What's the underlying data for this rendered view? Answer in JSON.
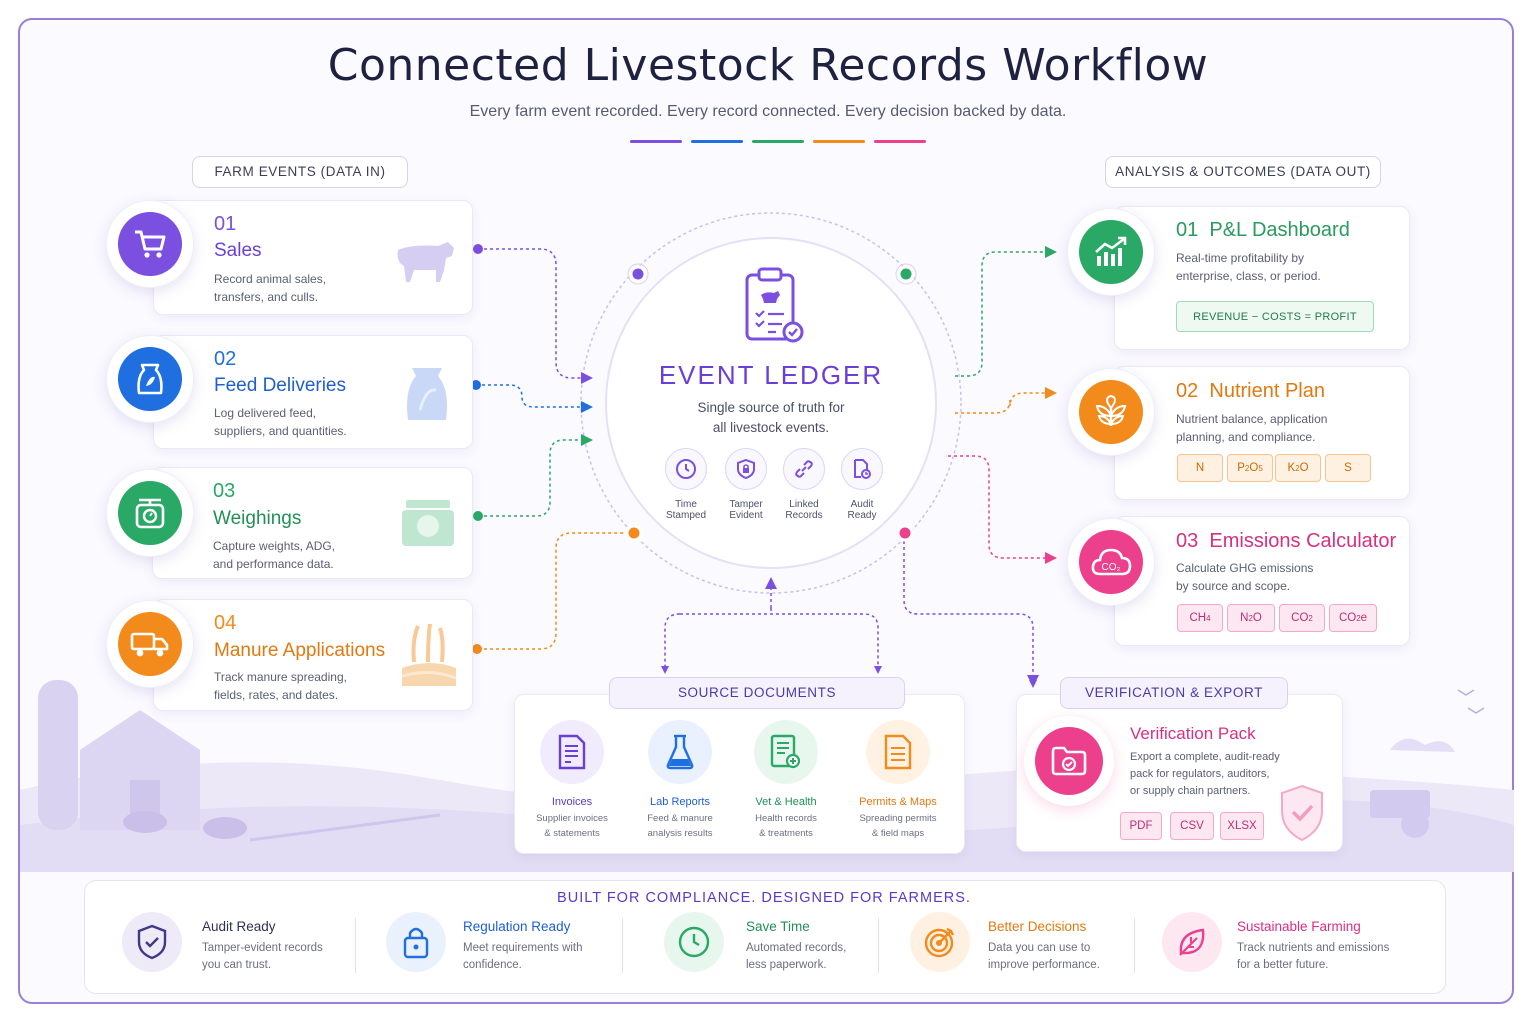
{
  "header": {
    "title": "Connected Livestock Records Workflow",
    "subtitle": "Every farm event recorded.  Every record connected.  Every decision backed by data."
  },
  "colors": {
    "purple": "#7b4fe0",
    "blue": "#1f6fe0",
    "green": "#2aa866",
    "orange": "#f28a1c",
    "pink": "#ec3f8c"
  },
  "inputs": {
    "label": "FARM EVENTS (DATA IN)",
    "items": [
      {
        "num": "01",
        "title": "Sales",
        "desc1": "Record animal sales,",
        "desc2": "transfers, and culls.",
        "icon": "cart-icon"
      },
      {
        "num": "02",
        "title": "Feed Deliveries",
        "desc1": "Log delivered feed,",
        "desc2": "suppliers, and quantities.",
        "icon": "feed-bag-icon"
      },
      {
        "num": "03",
        "title": "Weighings",
        "desc1": "Capture weights, ADG,",
        "desc2": "and performance data.",
        "icon": "scale-icon"
      },
      {
        "num": "04",
        "title": "Manure Applications",
        "desc1": "Track manure spreading,",
        "desc2": "fields, rates, and dates.",
        "icon": "truck-icon"
      }
    ]
  },
  "ledger": {
    "title": "EVENT LEDGER",
    "desc1": "Single source of truth for",
    "desc2": "all livestock events.",
    "features": [
      {
        "l1": "Time",
        "l2": "Stamped",
        "icon": "clock-icon"
      },
      {
        "l1": "Tamper",
        "l2": "Evident",
        "icon": "shield-lock-icon"
      },
      {
        "l1": "Linked",
        "l2": "Records",
        "icon": "link-icon"
      },
      {
        "l1": "Audit",
        "l2": "Ready",
        "icon": "audit-file-icon"
      }
    ]
  },
  "outputs": {
    "label": "ANALYSIS & OUTCOMES  (DATA OUT)",
    "items": [
      {
        "num": "01",
        "title": "P&L Dashboard",
        "desc1": "Real-time profitability by",
        "desc2": "enterprise, class, or period.",
        "formula": "REVENUE  −  COSTS  =  PROFIT",
        "icon": "chart-up-icon"
      },
      {
        "num": "02",
        "title": "Nutrient Plan",
        "desc1": "Nutrient balance, application",
        "desc2": "planning, and compliance.",
        "icon": "leaf-icon"
      },
      {
        "num": "03",
        "title": "Emissions Calculator",
        "desc1": "Calculate GHG emissions",
        "desc2": "by source and scope.",
        "icon": "co2-cloud-icon"
      }
    ]
  },
  "source_docs": {
    "label": "SOURCE DOCUMENTS",
    "items": [
      {
        "title": "Invoices",
        "d1": "Supplier invoices",
        "d2": "& statements",
        "icon": "invoice-icon"
      },
      {
        "title": "Lab Reports",
        "d1": "Feed & manure",
        "d2": "analysis results",
        "icon": "flask-icon"
      },
      {
        "title": "Vet & Health",
        "d1": "Health records",
        "d2": "& treatments",
        "icon": "health-record-icon"
      },
      {
        "title": "Permits & Maps",
        "d1": "Spreading permits",
        "d2": "& field maps",
        "icon": "permit-icon"
      }
    ]
  },
  "verification": {
    "label": "VERIFICATION & EXPORT",
    "title": "Verification Pack",
    "d1": "Export a complete, audit-ready",
    "d2": "pack for regulators, auditors,",
    "d3": "or supply chain partners.",
    "formats": [
      "PDF",
      "CSV",
      "XLSX"
    ]
  },
  "footer": {
    "headline": "BUILT  FOR  COMPLIANCE.  DESIGNED  FOR  FARMERS.",
    "benefits": [
      {
        "title": "Audit Ready",
        "d1": "Tamper-evident records",
        "d2": "you can trust.",
        "icon": "shield-check-icon"
      },
      {
        "title": "Regulation Ready",
        "d1": "Meet requirements with",
        "d2": "confidence.",
        "icon": "padlock-icon"
      },
      {
        "title": "Save Time",
        "d1": "Automated records,",
        "d2": "less paperwork.",
        "icon": "clock-icon"
      },
      {
        "title": "Better Decisions",
        "d1": "Data you can use to",
        "d2": "improve performance.",
        "icon": "target-icon"
      },
      {
        "title": "Sustainable Farming",
        "d1": "Track nutrients and emissions",
        "d2": "for a better future.",
        "icon": "leaf-icon"
      }
    ]
  }
}
